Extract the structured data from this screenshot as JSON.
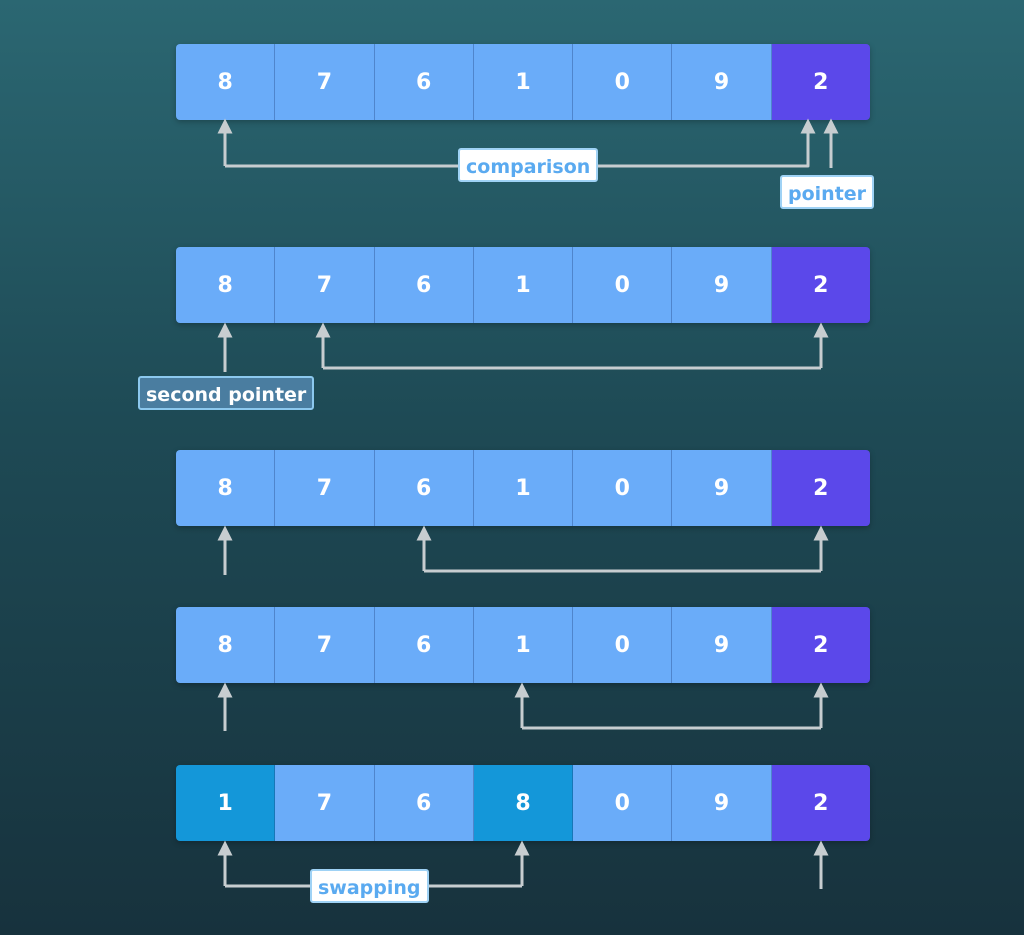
{
  "colors": {
    "cell": "#6aacf9",
    "pivot": "#5b48ea",
    "swapped": "#1497d9",
    "arrow": "#c7cdd0"
  },
  "rows": [
    {
      "cells": [
        {
          "value": "8",
          "state": "normal"
        },
        {
          "value": "7",
          "state": "normal"
        },
        {
          "value": "6",
          "state": "normal"
        },
        {
          "value": "1",
          "state": "normal"
        },
        {
          "value": "0",
          "state": "normal"
        },
        {
          "value": "9",
          "state": "normal"
        },
        {
          "value": "2",
          "state": "pivot"
        }
      ]
    },
    {
      "cells": [
        {
          "value": "8",
          "state": "normal"
        },
        {
          "value": "7",
          "state": "normal"
        },
        {
          "value": "6",
          "state": "normal"
        },
        {
          "value": "1",
          "state": "normal"
        },
        {
          "value": "0",
          "state": "normal"
        },
        {
          "value": "9",
          "state": "normal"
        },
        {
          "value": "2",
          "state": "pivot"
        }
      ]
    },
    {
      "cells": [
        {
          "value": "8",
          "state": "normal"
        },
        {
          "value": "7",
          "state": "normal"
        },
        {
          "value": "6",
          "state": "normal"
        },
        {
          "value": "1",
          "state": "normal"
        },
        {
          "value": "0",
          "state": "normal"
        },
        {
          "value": "9",
          "state": "normal"
        },
        {
          "value": "2",
          "state": "pivot"
        }
      ]
    },
    {
      "cells": [
        {
          "value": "8",
          "state": "normal"
        },
        {
          "value": "7",
          "state": "normal"
        },
        {
          "value": "6",
          "state": "normal"
        },
        {
          "value": "1",
          "state": "normal"
        },
        {
          "value": "0",
          "state": "normal"
        },
        {
          "value": "9",
          "state": "normal"
        },
        {
          "value": "2",
          "state": "pivot"
        }
      ]
    },
    {
      "cells": [
        {
          "value": "1",
          "state": "swapped"
        },
        {
          "value": "7",
          "state": "normal"
        },
        {
          "value": "6",
          "state": "normal"
        },
        {
          "value": "8",
          "state": "swapped"
        },
        {
          "value": "0",
          "state": "normal"
        },
        {
          "value": "9",
          "state": "normal"
        },
        {
          "value": "2",
          "state": "pivot"
        }
      ]
    }
  ],
  "labels": {
    "comparison": "comparison",
    "pointer": "pointer",
    "second_pointer": "second pointer",
    "swapping": "swapping"
  }
}
